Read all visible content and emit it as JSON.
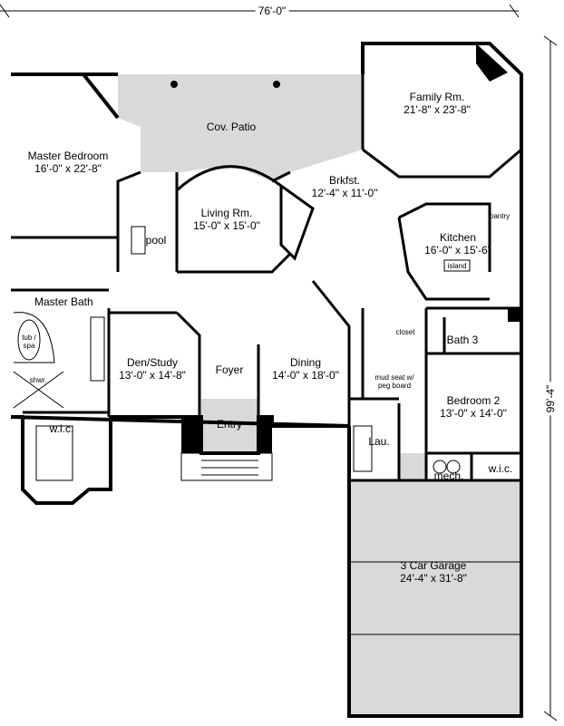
{
  "dimensions": {
    "width": "76'-0\"",
    "depth": "99'-4\""
  },
  "colors": {
    "wall": "#000000",
    "covered_area": "#d9d9d9",
    "background": "#ffffff"
  },
  "rooms": {
    "family": {
      "name": "Family Rm.",
      "size": "21'-8\" x 23'-8\""
    },
    "patio": {
      "name": "Cov. Patio"
    },
    "master_bedroom": {
      "name": "Master Bedroom",
      "size": "16'-0\" x 22'-8\""
    },
    "breakfast": {
      "name": "Brkfst.",
      "size": "12'-4\" x 11'-0\""
    },
    "living": {
      "name": "Living Rm.",
      "size": "15'-0\" x 15'-0\""
    },
    "pool": {
      "name": "pool"
    },
    "kitchen": {
      "name": "Kitchen",
      "size": "16'-0\" x 15'-6\""
    },
    "pantry": {
      "name": "pantry"
    },
    "island": {
      "name": "island"
    },
    "master_bath": {
      "name": "Master Bath"
    },
    "tub": {
      "name": "tub / spa"
    },
    "shower": {
      "name": "shwr."
    },
    "master_wic": {
      "name": "w.i.c."
    },
    "den": {
      "name": "Den/Study",
      "size": "13'-0\" x 14'-8\""
    },
    "foyer": {
      "name": "Foyer"
    },
    "dining": {
      "name": "Dining",
      "size": "14'-0\" x 18'-0\""
    },
    "closet": {
      "name": "closet"
    },
    "bath3": {
      "name": "Bath 3"
    },
    "mud": {
      "name": "mud seat w/ peg board"
    },
    "bedroom2": {
      "name": "Bedroom 2",
      "size": "13'-0\" x 14'-0\""
    },
    "entry": {
      "name": "Entry"
    },
    "laundry": {
      "name": "Lau."
    },
    "mech": {
      "name": "mech."
    },
    "bed2_wic": {
      "name": "w.i.c."
    },
    "garage": {
      "name": "3 Car Garage",
      "size": "24'-4\" x 31'-8\""
    }
  }
}
